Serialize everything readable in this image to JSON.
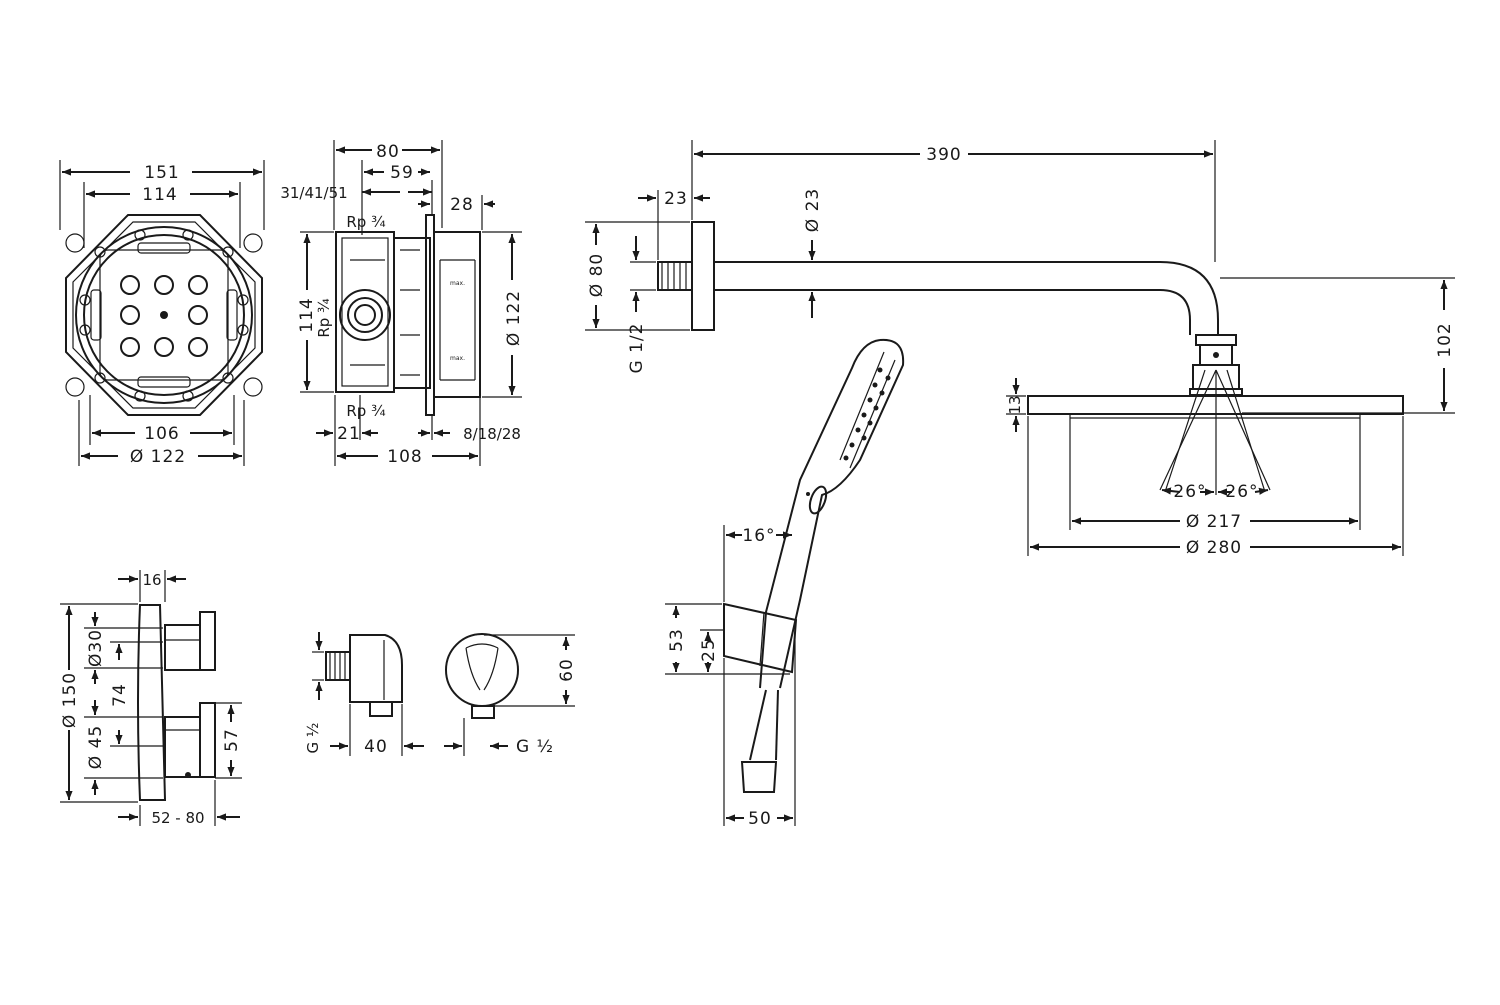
{
  "colors": {
    "ink": "#1a1a1a",
    "paper": "#ffffff"
  },
  "mounting_box_front": {
    "d151": "151",
    "d114": "114",
    "d106": "106",
    "d122": "Ø 122"
  },
  "mounting_box_side": {
    "d80": "80",
    "d59": "59",
    "outlets": "31/41/51",
    "d28": "28",
    "rp_top": "Rp ¾",
    "rp_side": "Rp ¾",
    "rp_bottom": "Rp ¾",
    "d114": "114",
    "d122": "Ø 122",
    "d21": "21",
    "cover": "8/18/28",
    "d108": "108"
  },
  "shower_arm": {
    "d390": "390",
    "d23": "23",
    "dia23": "Ø 23",
    "dia80": "Ø 80",
    "thread": "G 1/2",
    "d102": "102"
  },
  "overhead_shower": {
    "d13": "13",
    "angle_left": "26°",
    "angle_right": "26°",
    "dia217": "Ø 217",
    "dia280": "Ø 280"
  },
  "hand_shower": {
    "angle": "16°",
    "d53": "53",
    "d25": "25",
    "d50": "50"
  },
  "thermostat": {
    "d16": "16",
    "dia150": "Ø 150",
    "dia30": "Ø30",
    "d74": "74",
    "dia45": "Ø 45",
    "d57": "57",
    "depth": "52 - 80"
  },
  "wall_outlet": {
    "thread_left": "G ½",
    "d40": "40",
    "thread_right": "G ½",
    "d60": "60"
  }
}
